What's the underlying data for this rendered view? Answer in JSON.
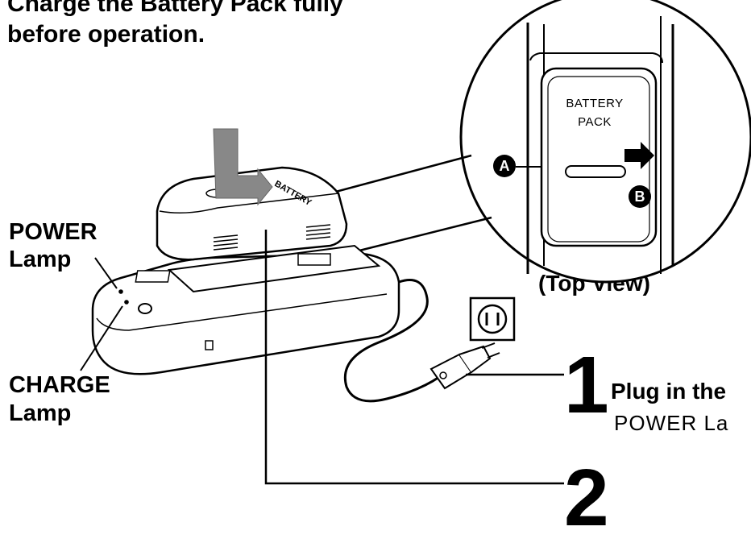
{
  "heading": {
    "line1": "Charge the Battery Pack fully",
    "line2": "before operation."
  },
  "labels": {
    "power_line1": "POWER",
    "power_line2": "Lamp",
    "charge_line1": "CHARGE",
    "charge_line2": "Lamp",
    "top_view": "(Top View)"
  },
  "magnified": {
    "battery_label_line1": "BATTERY",
    "battery_label_line2": "PACK",
    "marker_a": "A",
    "marker_b": "B"
  },
  "battery_body_label": "BATTERY",
  "steps": [
    {
      "number": "1",
      "text": "Plug in the",
      "subtext": "POWER La"
    },
    {
      "number": "2"
    }
  ]
}
